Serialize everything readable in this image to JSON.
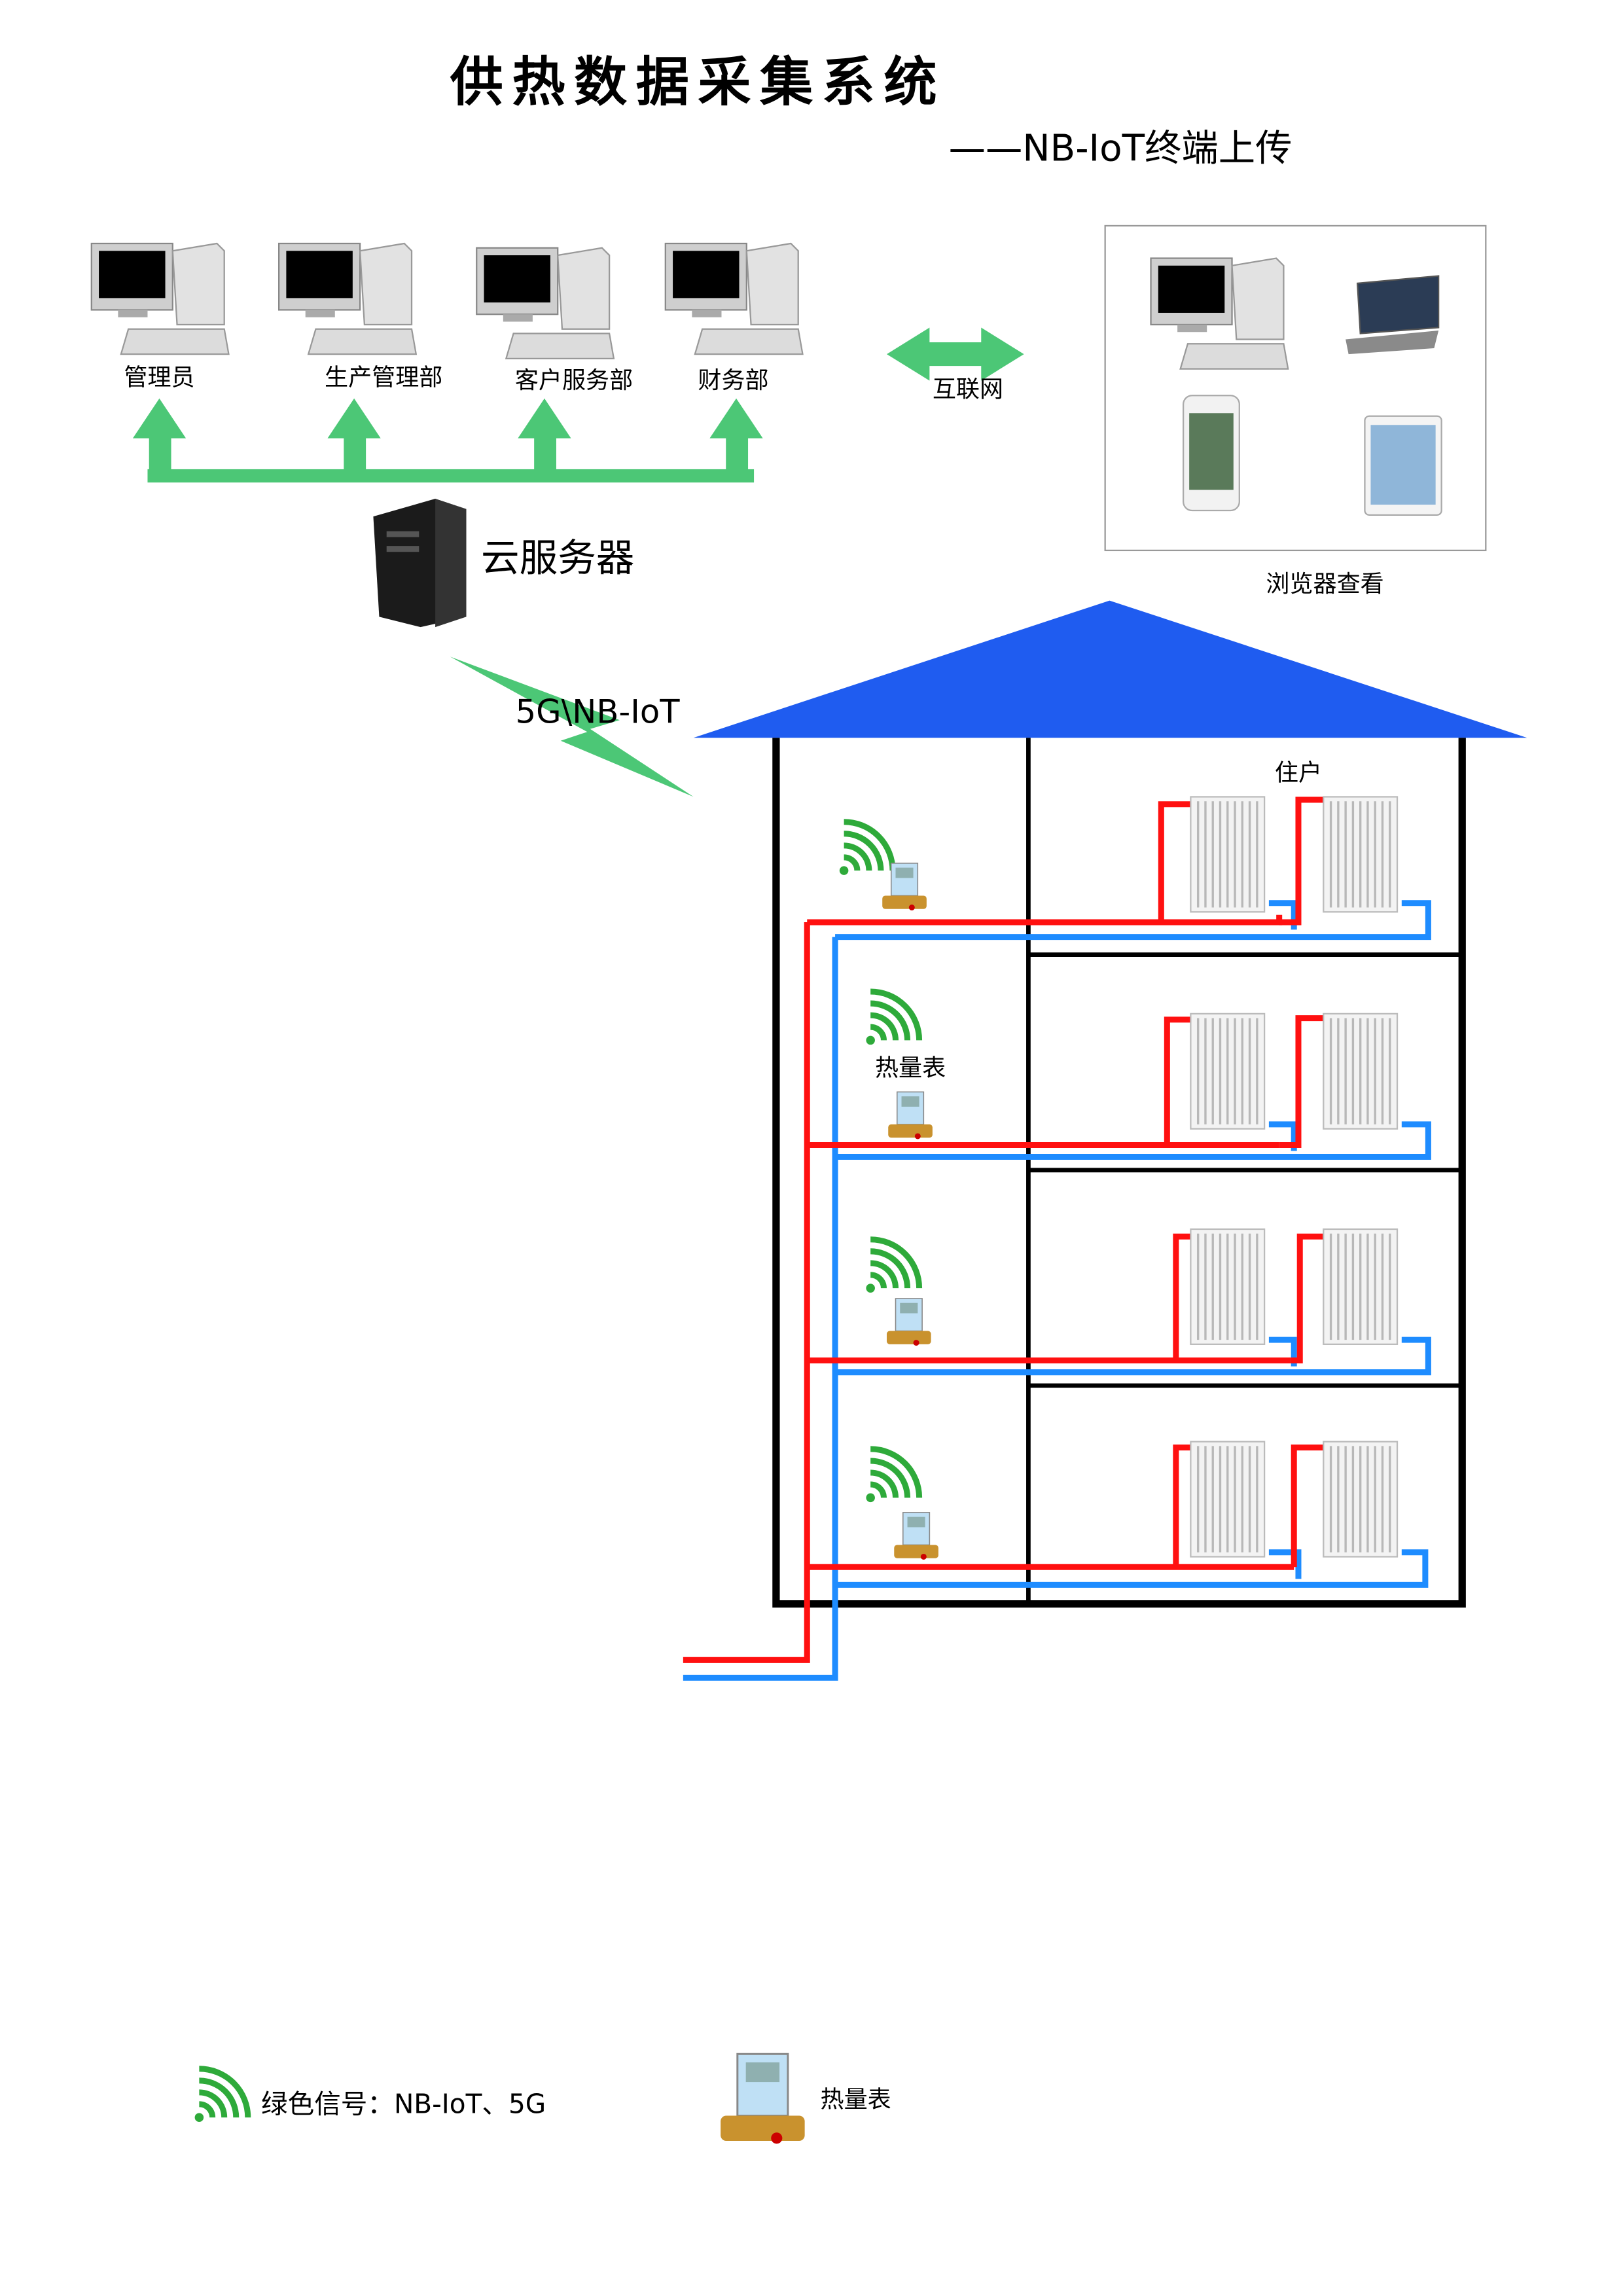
{
  "title": "供热数据采集系统",
  "subtitle": "——NB-IoT终端上传",
  "departments": [
    {
      "label": "管理员"
    },
    {
      "label": "生产管理部"
    },
    {
      "label": "客户服务部"
    },
    {
      "label": "财务部"
    }
  ],
  "internet_label": "互联网",
  "browser_label": "浏览器查看",
  "server_label": "云服务器",
  "link_label": "5G\\NB-IoT",
  "resident_label": "住户",
  "meter_label": "热量表",
  "legend": {
    "signal_label": "绿色信号：NB-IoT、5G",
    "meter_label": "热量表"
  },
  "colors": {
    "green": "#4cc776",
    "roof": "#1f5cf0",
    "supply_pipe": "#ff1010",
    "return_pipe": "#1e8cff",
    "wifi": "#2eaa3a"
  }
}
